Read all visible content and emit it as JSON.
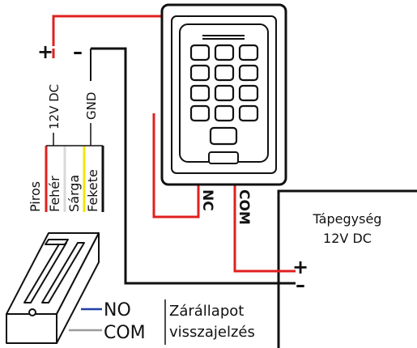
{
  "terminals": {
    "plus": "+",
    "minus": "–",
    "voltage": "12V DC",
    "ground": "GND"
  },
  "wire_colors": {
    "red": "#e02020",
    "white": "#d9d9d9",
    "yellow": "#f2e600",
    "black": "#111111",
    "blue": "#1f3fa8",
    "gray": "#9a9a9a"
  },
  "wire_labels": {
    "red": "Piros",
    "white": "Fehér",
    "yellow": "Sárga",
    "black": "Fekete"
  },
  "keypad": {
    "key_rows": 4,
    "key_cols": 3,
    "pin_nc": "NC",
    "pin_com": "COM"
  },
  "power_supply": {
    "title_line1": "Tápegység",
    "title_line2": "12V DC",
    "plus": "+",
    "minus": "–"
  },
  "lock": {
    "pin_no": "NO",
    "pin_com": "COM",
    "feedback_line1": "Zárállapot",
    "feedback_line2": "visszajelzés"
  }
}
